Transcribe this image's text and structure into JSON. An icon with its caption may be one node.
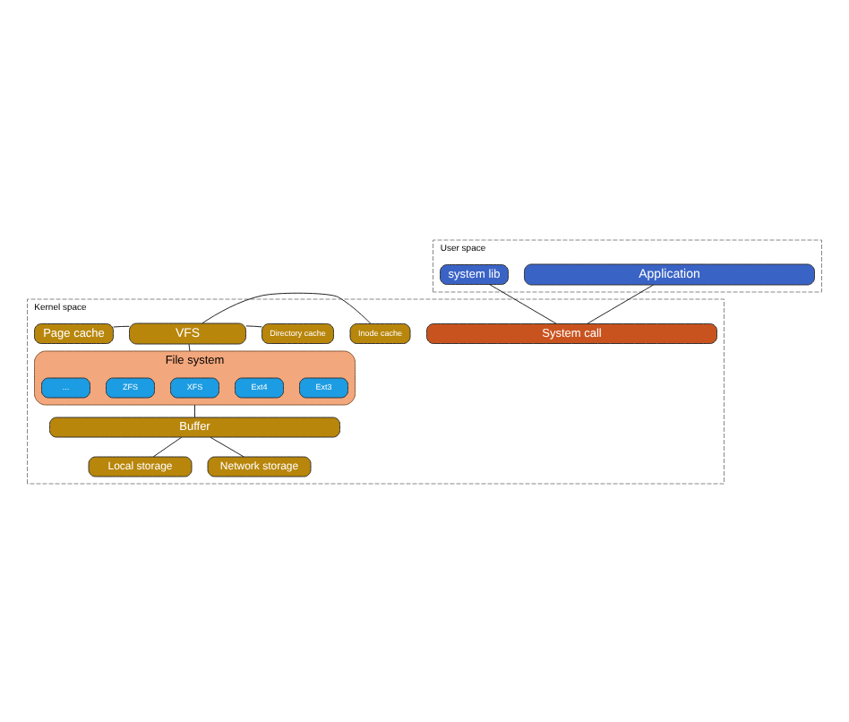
{
  "diagram": {
    "nodes": [
      {
        "text": [
          "User space"
        ]
      },
      {
        "text": [
          "Application"
        ],
        "in": 0
      },
      {
        "text": [
          "system lib"
        ],
        "in": 0
      },
      {
        "text": [
          "Kernel space"
        ]
      },
      {
        "text": [
          "System call"
        ],
        "in": 3
      },
      {
        "text": [
          "Page cache"
        ],
        "in": 3
      },
      {
        "text": [
          "VFS"
        ],
        "in": 3
      },
      {
        "text": [
          "Directory cache"
        ],
        "in": 3
      },
      {
        "text": [
          "Inode cache"
        ],
        "in": 3
      },
      {
        "text": [
          "File system"
        ],
        "in": 3
      },
      {
        "text": [
          "Ext3"
        ],
        "in": 9
      },
      {
        "text": [
          "Ext4"
        ],
        "in": 9
      },
      {
        "text": [
          "XFS"
        ],
        "in": 9
      },
      {
        "text": [
          "ZFS"
        ],
        "in": 9
      },
      {
        "text": [
          "..."
        ],
        "in": 9
      },
      {
        "text": [
          "Buffer"
        ],
        "in": 3
      },
      {
        "text": [
          "Local storage"
        ],
        "in": 3
      },
      {
        "text": [
          "Network storage"
        ],
        "in": 3
      }
    ],
    "edges": [
      {
        "from": 1,
        "to": 4,
        "arrow": "none"
      },
      {
        "from": 2,
        "to": 4,
        "arrow": "none"
      },
      {
        "from": 5,
        "to": 6,
        "arrow": "none"
      },
      {
        "from": 6,
        "to": 7,
        "arrow": "none"
      },
      {
        "from": 6,
        "to": 8,
        "arrow": "none"
      },
      {
        "from": 6,
        "to": 9,
        "arrow": "none"
      },
      {
        "from": 9,
        "to": 15,
        "arrow": "none"
      },
      {
        "from": 15,
        "to": 16,
        "arrow": "none"
      },
      {
        "from": 15,
        "to": 17,
        "arrow": "none"
      }
    ]
  }
}
